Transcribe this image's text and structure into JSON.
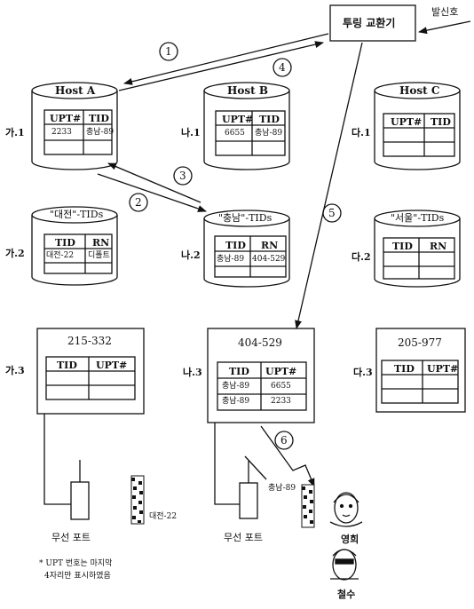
{
  "switch": {
    "label": "투링 교환기",
    "caller_label": "발신호"
  },
  "hosts": [
    {
      "row": "가.1",
      "title": "Host A",
      "headers": [
        "UPT#",
        "TID"
      ],
      "rows": [
        [
          "2233",
          "충남-89"
        ]
      ]
    },
    {
      "row": "나.1",
      "title": "Host B",
      "headers": [
        "UPT#",
        "TID"
      ],
      "rows": [
        [
          "6655",
          "충남-89"
        ]
      ]
    },
    {
      "row": "다.1",
      "title": "Host C",
      "headers": [
        "UPT#",
        "TID"
      ],
      "rows": []
    }
  ],
  "tid_dbs": [
    {
      "row": "가.2",
      "title": "\"대전\"-TIDs",
      "headers": [
        "TID",
        "RN"
      ],
      "rows": [
        [
          "대전-22",
          "디폴트"
        ]
      ]
    },
    {
      "row": "나.2",
      "title": "\"충남\"-TIDs",
      "headers": [
        "TID",
        "RN"
      ],
      "rows": [
        [
          "충남-89",
          "404-529"
        ]
      ]
    },
    {
      "row": "다.2",
      "title": "\"서울\"-TIDs",
      "headers": [
        "TID",
        "RN"
      ],
      "rows": []
    }
  ],
  "ports": [
    {
      "row": "가.3",
      "title": "215-332",
      "headers": [
        "TID",
        "UPT#"
      ],
      "rows": []
    },
    {
      "row": "나.3",
      "title": "404-529",
      "headers": [
        "TID",
        "UPT#"
      ],
      "rows": [
        [
          "충남-89",
          "6655"
        ],
        [
          "충남-89",
          "2233"
        ]
      ]
    },
    {
      "row": "다.3",
      "title": "205-977",
      "headers": [
        "TID",
        "UPT#"
      ],
      "rows": []
    }
  ],
  "steps": [
    "1",
    "2",
    "3",
    "4",
    "5",
    "6"
  ],
  "wireless_ports": [
    "무선 포트",
    "무선 포트"
  ],
  "terminals": [
    "대전-22",
    "충남-89"
  ],
  "persons": [
    "영희",
    "철수"
  ],
  "note": [
    "* UPT 번호는 마지막",
    "4자리만 표시하였음"
  ]
}
